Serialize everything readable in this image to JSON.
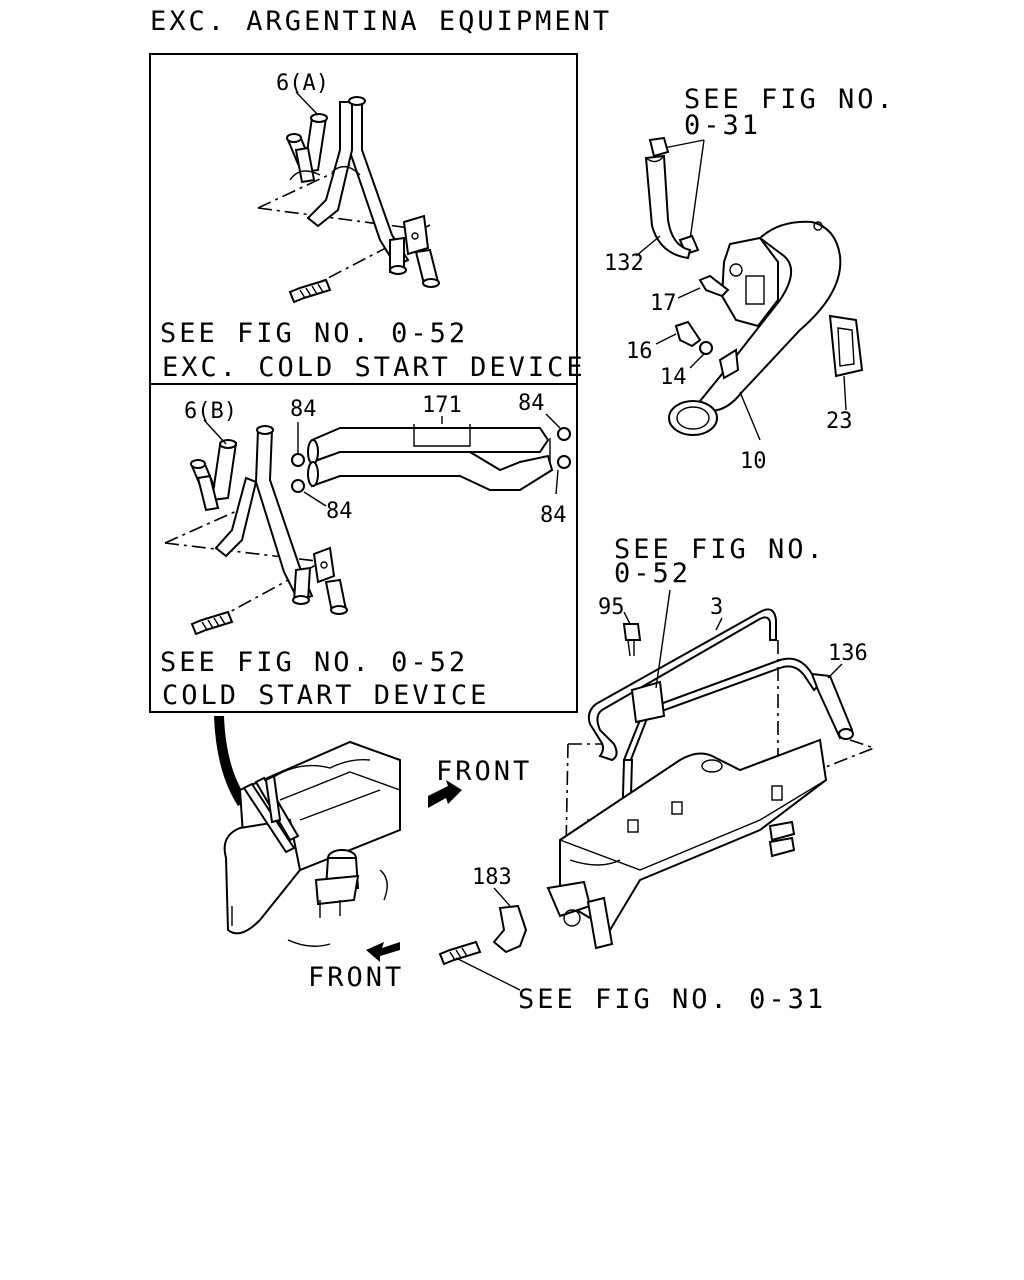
{
  "title": "EXC. ARGENTINA EQUIPMENT",
  "inset_top": {
    "part_label": "6(A)",
    "ref_line": "SEE FIG NO. 0-52",
    "note": "EXC. COLD START DEVICE"
  },
  "inset_bottom": {
    "part_label": "6(B)",
    "labels": [
      "84",
      "171",
      "84",
      "84",
      "84"
    ],
    "ref_line": "SEE FIG NO. 0-52",
    "note": "COLD START DEVICE"
  },
  "upper_right": {
    "ref_line1": "SEE FIG NO.",
    "ref_line2": "0-31",
    "labels": [
      "132",
      "17",
      "16",
      "14",
      "23",
      "10"
    ]
  },
  "lower_right": {
    "ref_line1": "SEE FIG NO.",
    "ref_line2": "0-52",
    "labels": [
      "95",
      "3",
      "136",
      "183"
    ],
    "bottom_ref": "SEE FIG NO. 0-31"
  },
  "front_labels": [
    "FRONT",
    "FRONT"
  ]
}
